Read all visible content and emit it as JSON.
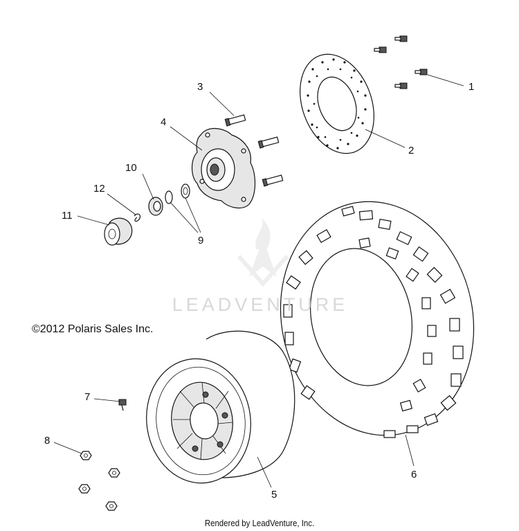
{
  "callouts": [
    {
      "id": "1",
      "label": "1"
    },
    {
      "id": "2",
      "label": "2"
    },
    {
      "id": "3",
      "label": "3"
    },
    {
      "id": "4",
      "label": "4"
    },
    {
      "id": "5",
      "label": "5"
    },
    {
      "id": "6",
      "label": "6"
    },
    {
      "id": "7",
      "label": "7"
    },
    {
      "id": "8",
      "label": "8"
    },
    {
      "id": "9",
      "label": "9"
    },
    {
      "id": "10",
      "label": "10"
    },
    {
      "id": "11",
      "label": "11"
    },
    {
      "id": "12",
      "label": "12"
    }
  ],
  "copyright": "©2012 Polaris Sales Inc.",
  "watermark": "LEADVENTURE",
  "footer": "Rendered by LeadVenture, Inc.",
  "colors": {
    "line": "#111111",
    "watermark": "#d8d8d8",
    "background": "#ffffff"
  }
}
